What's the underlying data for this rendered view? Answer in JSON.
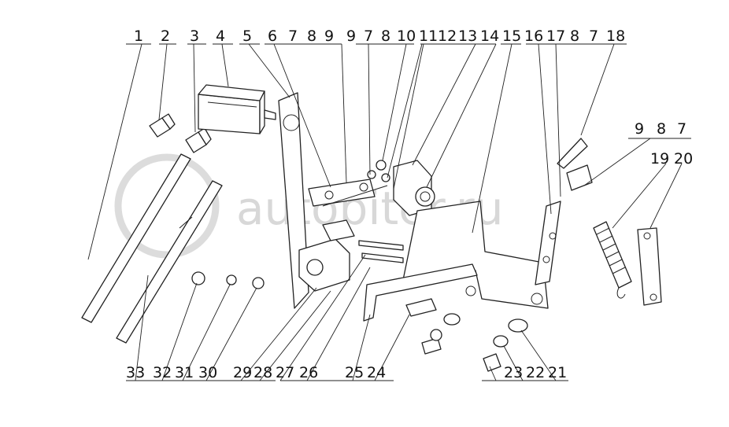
{
  "watermark": "autopiter.ru",
  "top_labels": [
    "1",
    "2",
    "3",
    "4",
    "5",
    "6",
    "7",
    "8",
    "9",
    "9",
    "7",
    "8",
    "10",
    "11",
    "12",
    "13",
    "14",
    "15",
    "16",
    "17",
    "8",
    "7",
    "18"
  ],
  "right_labels": [
    "9",
    "8",
    "7",
    "19",
    "20"
  ],
  "bottom_labels": [
    "33",
    "32",
    "31",
    "30",
    "29",
    "28",
    "27",
    "26",
    "25",
    "24",
    "23",
    "22",
    "21"
  ]
}
